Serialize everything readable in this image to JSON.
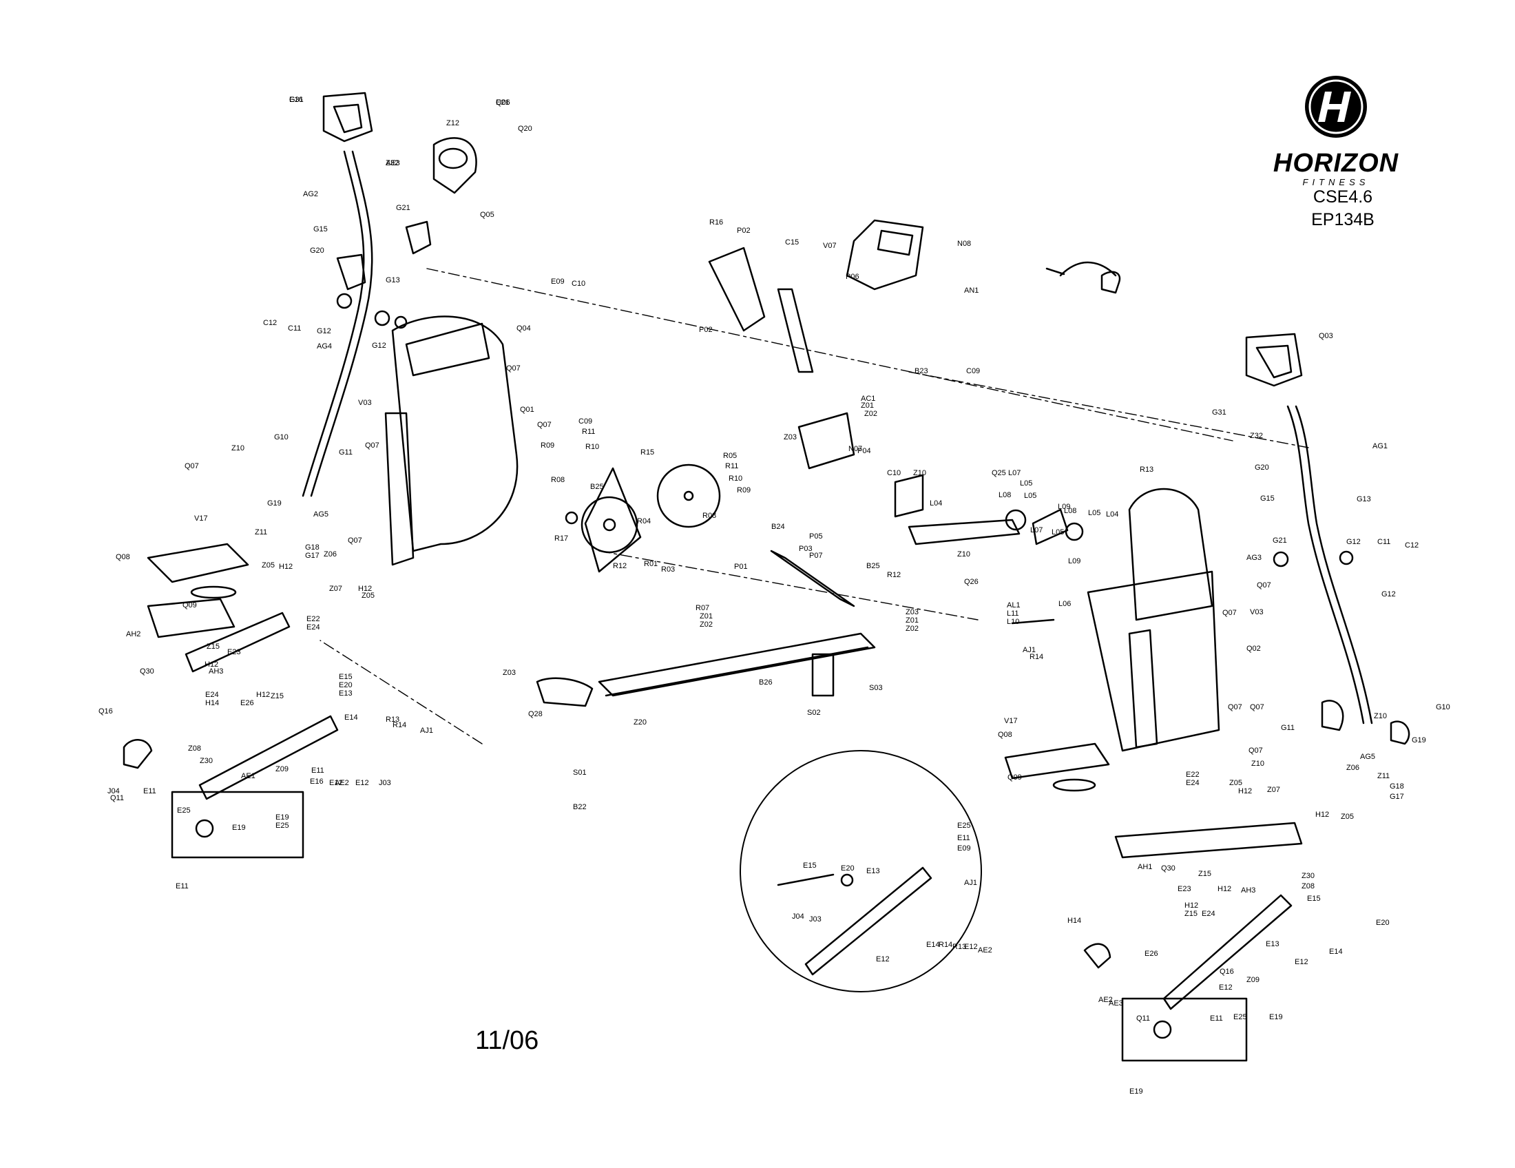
{
  "brand": {
    "logo_icon": "horizon-h-circle-logo",
    "name": "HORIZON",
    "subtitle": "FITNESS"
  },
  "model": {
    "line1": "CSE4.6",
    "line2": "EP134B"
  },
  "date": "11/06",
  "labels": [
    "G31",
    "Q06",
    "Z32",
    "Z12",
    "Q20",
    "Q05",
    "AG2",
    "G21",
    "G15",
    "G20",
    "G13",
    "C12",
    "C11",
    "G12",
    "AG4",
    "G12",
    "V03",
    "Q04",
    "Q07",
    "Q01",
    "Z10",
    "G10",
    "G11",
    "Q07",
    "Q07",
    "G19",
    "AG5",
    "Z11",
    "G18",
    "G17",
    "Z06",
    "Q07",
    "Q07",
    "V17",
    "Q08",
    "Q09",
    "Z05",
    "H12",
    "Z07",
    "H12",
    "Z05",
    "E22",
    "E24",
    "AH2",
    "Q30",
    "Z15",
    "E23",
    "H12",
    "AH3",
    "E24",
    "H14",
    "E26",
    "H12",
    "Z15",
    "Q16",
    "Z08",
    "Z30",
    "Z09",
    "E15",
    "E20",
    "E13",
    "E14",
    "R13",
    "R14",
    "AJ1",
    "E11",
    "E16",
    "E12",
    "AE2",
    "E12",
    "J03",
    "J04",
    "AE1",
    "Q11",
    "E11",
    "E25",
    "E19",
    "E19",
    "E25",
    "E11",
    "E09",
    "C10",
    "C09",
    "R11",
    "R10",
    "R09",
    "R08",
    "B25",
    "R15",
    "R05",
    "R11",
    "R10",
    "R09",
    "R08",
    "R17",
    "R04",
    "R01",
    "R03",
    "R12",
    "R16",
    "P02",
    "C15",
    "P02",
    "V07",
    "N08",
    "AN1",
    "N07",
    "P06",
    "AC1",
    "Z01",
    "Z02",
    "Z03",
    "P04",
    "B24",
    "P05",
    "P07",
    "P03",
    "P01",
    "B25",
    "R12",
    "R07",
    "Z01",
    "Z02",
    "Z03",
    "Z01",
    "Z02",
    "Z03",
    "Q28",
    "Z20",
    "B26",
    "S03",
    "S02",
    "S01",
    "B22",
    "B23",
    "C09",
    "C10",
    "Z10",
    "Q25",
    "L07",
    "L05",
    "L04",
    "L05",
    "L08",
    "L09",
    "L08",
    "L05",
    "L04",
    "L05",
    "L07",
    "Z10",
    "L09",
    "Q26",
    "AL1",
    "L11",
    "L10",
    "L06",
    "AJ1",
    "R14",
    "R13",
    "Q03",
    "G31",
    "Z32",
    "AG1",
    "G20",
    "G13",
    "G15",
    "G21",
    "G12",
    "C11",
    "C12",
    "G12",
    "AG3",
    "Q07",
    "V03",
    "Q07",
    "Q02",
    "Q07",
    "Q07",
    "Q07",
    "Z10",
    "G10",
    "G11",
    "Z10",
    "G19",
    "AG5",
    "Z06",
    "Z11",
    "G18",
    "G17",
    "V17",
    "Q08",
    "Q09",
    "E22",
    "E24",
    "Z05",
    "H12",
    "Z07",
    "H12",
    "Z05",
    "AH1",
    "Q30",
    "E23",
    "Z15",
    "H12",
    "AH3",
    "H12",
    "Z15",
    "E24",
    "H14",
    "E26",
    "Q16",
    "Z09",
    "Z30",
    "Z08",
    "E15",
    "E20",
    "E13",
    "E14",
    "E12",
    "E12",
    "AE2",
    "AE3",
    "Q11",
    "E11",
    "E25",
    "E19",
    "E19",
    "E25",
    "E11",
    "E09",
    "E15",
    "E20",
    "E13",
    "AJ1",
    "J04",
    "J03",
    "E14",
    "R14",
    "R13",
    "E12",
    "AE2",
    "E12",
    "E16",
    "E21",
    "AE3"
  ]
}
